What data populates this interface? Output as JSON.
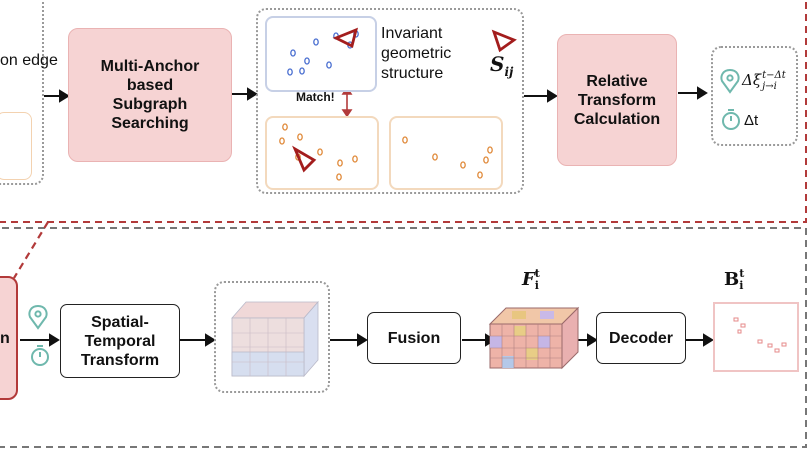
{
  "top": {
    "edge_label_partial": "on edge",
    "subgraph_box": "Multi-Anchor based Subgraph Searching",
    "invariant_label": "Invariant geometric structure",
    "match_label": "Match!",
    "sij_label": "S",
    "sij_sub": "ij",
    "relative_box": "Relative Transform Calculation",
    "output_delta_main": "Δξ",
    "output_delta_sup": "t−Δt",
    "output_delta_sub": "j→i",
    "output_dt": "Δt"
  },
  "bottom": {
    "partial_left_box": "n",
    "spatial_box": "Spatial-Temporal Transform",
    "fusion_box": "Fusion",
    "decoder_box": "Decoder",
    "f_label_main": "F",
    "f_label_sup": "t",
    "f_label_sub": "i",
    "b_label_main": "B",
    "b_label_sup": "t",
    "b_label_sub": "i"
  },
  "colors": {
    "dashed_red": "#b23a3a",
    "pink_fill": "#f6d3d3",
    "teal_icon": "#6fb8ad",
    "blue_points": "#4a6fd1",
    "orange_points": "#e08a3b",
    "triangle_red": "#a31d1d"
  },
  "icons": [
    "location-pin-icon",
    "stopwatch-icon",
    "triangle-icon"
  ]
}
